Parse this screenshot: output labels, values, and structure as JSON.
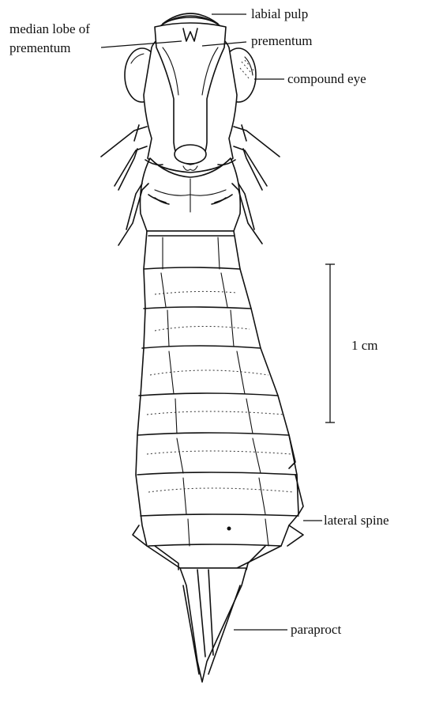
{
  "labels": {
    "labial_pulp": "labial pulp",
    "median_lobe_line1": "median lobe of",
    "median_lobe_line2": "prementum",
    "prementum": "prementum",
    "compound_eye": "compound eye",
    "lateral_spine": "lateral spine",
    "paraproct": "paraproct"
  },
  "scale_bar": {
    "label": "1 cm"
  }
}
